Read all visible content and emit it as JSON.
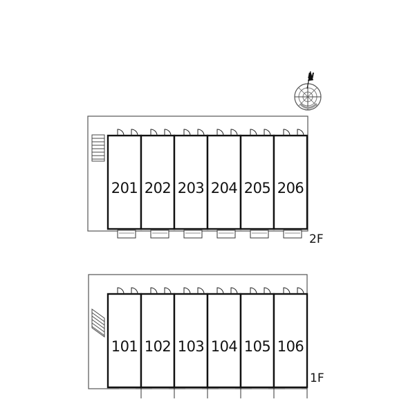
{
  "compass": {
    "north_label": "N"
  },
  "floors": [
    {
      "id": "2f",
      "label": "2F",
      "units": [
        "201",
        "202",
        "203",
        "204",
        "205",
        "206"
      ]
    },
    {
      "id": "1f",
      "label": "1F",
      "units": [
        "101",
        "102",
        "103",
        "104",
        "105",
        "106"
      ]
    }
  ],
  "colors": {
    "wall": "#111111",
    "outline": "#555555",
    "background": "#ffffff"
  }
}
